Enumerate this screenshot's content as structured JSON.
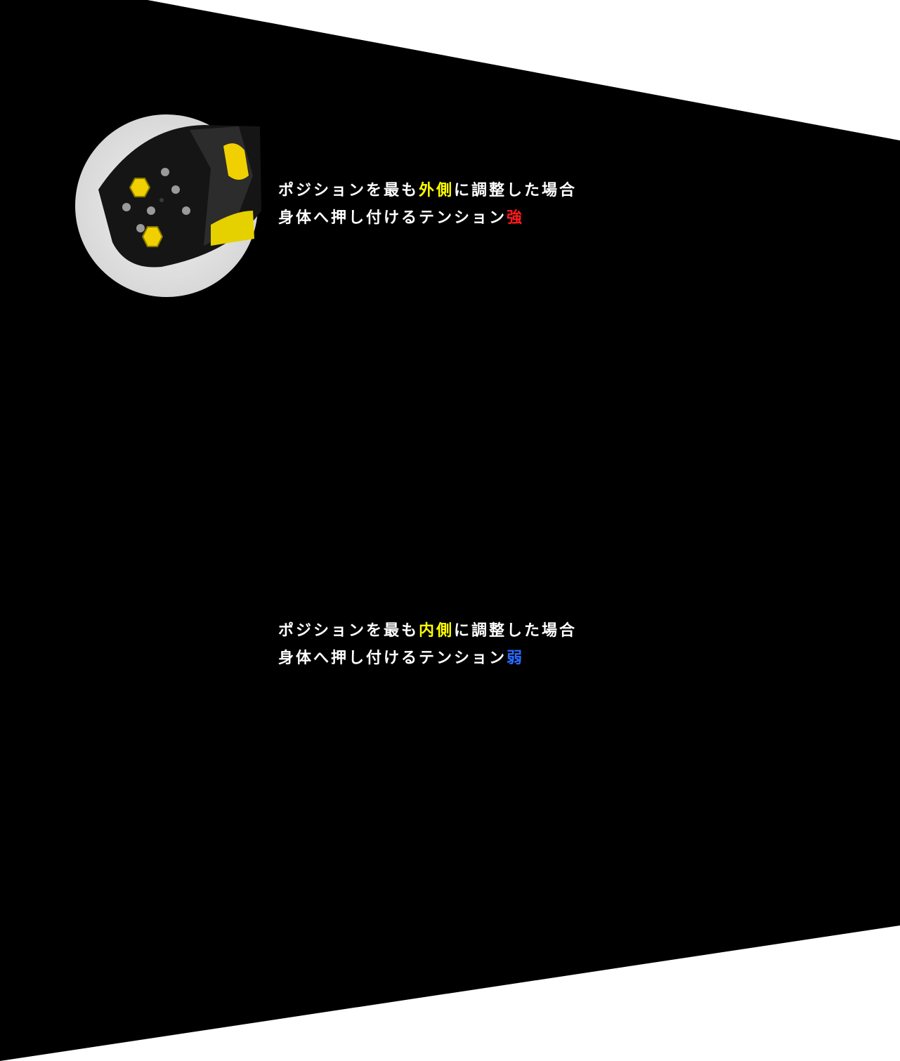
{
  "colors": {
    "background": "#000000",
    "page": "#ffffff",
    "strap_yellow": "#e0d000",
    "pad_black": "#151515",
    "highlight_yellow": "#ffff00",
    "highlight_red": "#ff1a1a",
    "highlight_blue": "#2b6bff",
    "text": "#ffffff"
  },
  "sections": [
    {
      "caption_line1_pre": "ポジションを最も",
      "caption_line1_em": "外側",
      "caption_line1_post": "に調整した場合",
      "caption_line2_pre": "身体へ押し付けるテンション",
      "caption_line2_em": "強"
    },
    {
      "caption_line1_pre": "ポジションを最も",
      "caption_line1_em": "内側",
      "caption_line1_post": "に調整した場合",
      "caption_line2_pre": "身体へ押し付けるテンション",
      "caption_line2_em": "弱"
    }
  ],
  "icons": [
    "hexagon-bolt-icon",
    "height-bracket-icon"
  ]
}
